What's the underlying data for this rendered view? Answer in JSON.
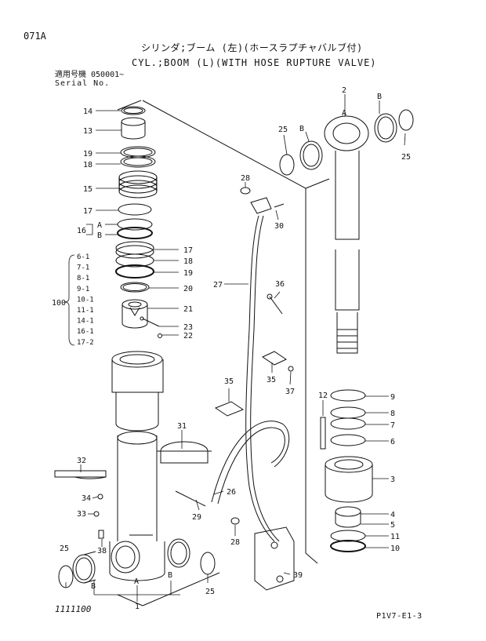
{
  "header": {
    "page_code": "071A",
    "title_jp": "シリンダ;ブーム (左)(ホースラプチャバルブ付)",
    "title_en": "CYL.;BOOM (L)(WITH HOSE RUPTURE VALVE)",
    "serial_jp": "適用号機  050001~",
    "serial_en": "Serial No."
  },
  "callouts": {
    "c2": "2",
    "cA_top": "A",
    "cB_top": "B",
    "c25_a": "25",
    "c25_b": "25",
    "cB_left": "B",
    "c14": "14",
    "c13": "13",
    "c19a": "19",
    "c18a": "18",
    "c15": "15",
    "c17a": "17",
    "c16": "16",
    "c16A": "A",
    "c16B": "B",
    "c17b": "17",
    "c18b": "18",
    "c19b": "19",
    "c20": "20",
    "c21": "21",
    "c23": "23",
    "c22": "22",
    "c28a": "28",
    "c30": "30",
    "c27": "27",
    "c36": "36",
    "c35a": "35",
    "c37": "37",
    "c35b": "35",
    "c31": "31",
    "c32": "32",
    "c34": "34",
    "c33": "33",
    "c29": "29",
    "c26": "26",
    "c28b": "28",
    "c38": "38",
    "c39": "39",
    "c12": "12",
    "c9": "9",
    "c8": "8",
    "c7": "7",
    "c6": "6",
    "c3": "3",
    "c4": "4",
    "c5": "5",
    "c11": "11",
    "c10": "10",
    "c25_c": "25",
    "c25_d": "25",
    "cA_bot": "A",
    "cB_bot_l": "B",
    "cB_bot_r": "B",
    "c1": "1",
    "c100": "100"
  },
  "kit_list": [
    "6-1",
    "7-1",
    "8-1",
    "9-1",
    "10-1",
    "11-1",
    "14-1",
    "16-1",
    "17-2"
  ],
  "footer": {
    "left": "1111100",
    "right": "P1V7-E1-3"
  }
}
